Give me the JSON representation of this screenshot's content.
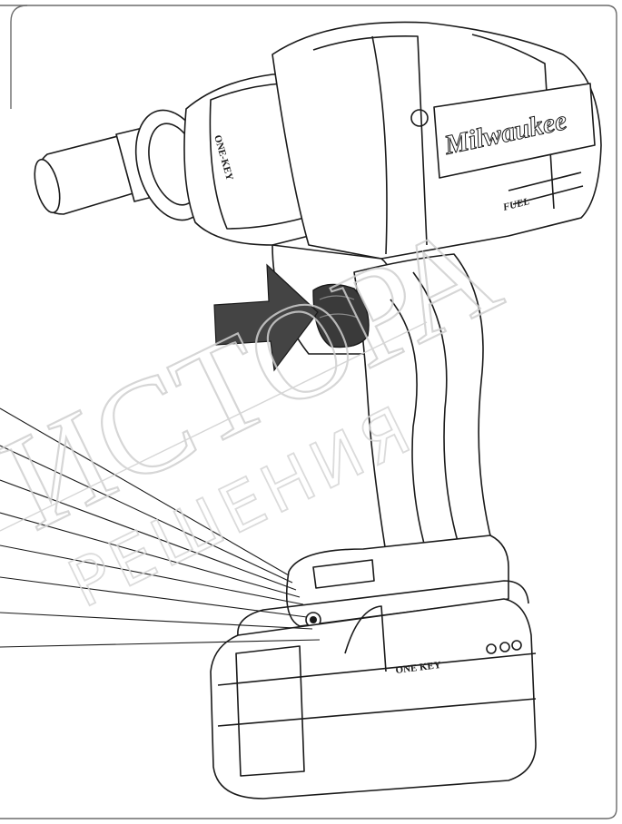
{
  "tool": {
    "brand_mark": "Milwaukee",
    "sub_mark": "FUEL",
    "collar_text": "ONE-KEY",
    "battery_mark": "ONE KEY"
  },
  "watermark": {
    "main": "ИСТОРА",
    "sub": "РЕШЕНИЯ"
  },
  "leader_lines": [
    {
      "id": 1
    },
    {
      "id": 2
    },
    {
      "id": 3
    },
    {
      "id": 4
    },
    {
      "id": 5
    },
    {
      "id": 6
    },
    {
      "id": 7
    },
    {
      "id": 8
    }
  ],
  "colors": {
    "stroke": "#1a1a1a",
    "arrow": "#444444",
    "knob": "#3a3a3a",
    "watermark": "#d7d7d7",
    "frame": "#6b6b6b"
  }
}
